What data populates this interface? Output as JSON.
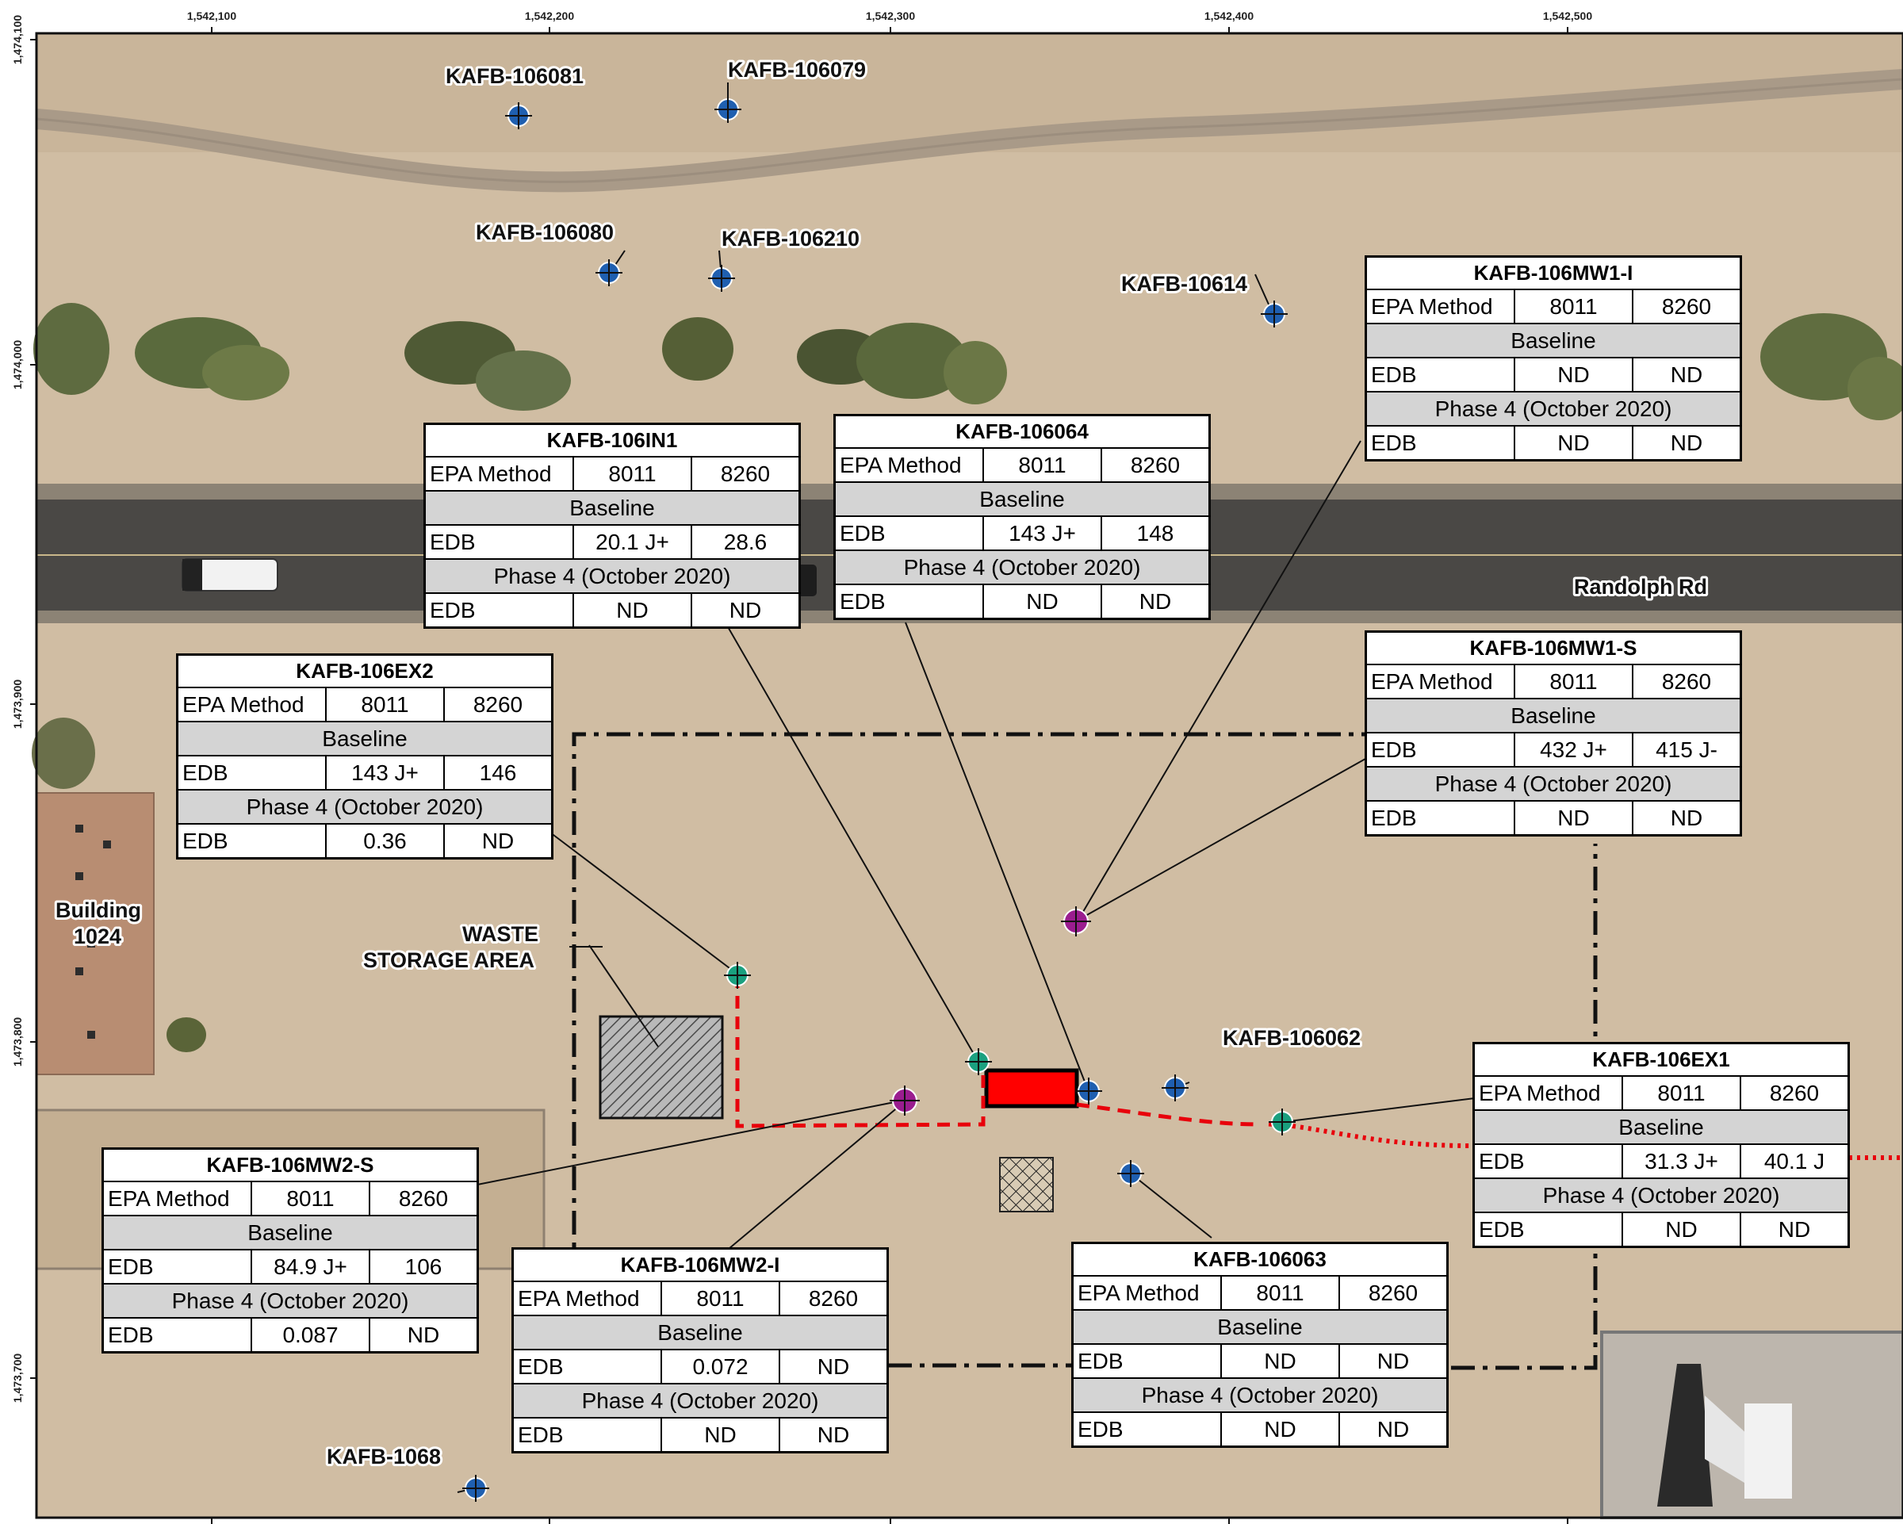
{
  "easting_ticks": [
    "1,542,100",
    "1,542,200",
    "1,542,300",
    "1,542,400",
    "1,542,500"
  ],
  "northing_ticks": [
    "1,474,100",
    "1,474,000",
    "1,473,900",
    "1,473,800",
    "1,473,700"
  ],
  "road_label": "Randolph Rd",
  "building_label": [
    "Building",
    "1024"
  ],
  "waste_label": [
    "WASTE",
    "STORAGE AREA"
  ],
  "well_labels": {
    "w106081": "KAFB-106081",
    "w106079": "KAFB-106079",
    "w106080": "KAFB-106080",
    "w106210": "KAFB-106210",
    "w10614": "KAFB-10614",
    "w106062": "KAFB-106062",
    "w1068": "KAFB-1068"
  },
  "colors": {
    "monitoring_well": "#1f5fb0",
    "extraction_well": "#1aa07f",
    "injection_well": "#9a1d8f",
    "pipeline": "#e8000b",
    "boundary": "#111111"
  },
  "tables": [
    {
      "title": "KAFB-106IN1",
      "method_label": "EPA Method",
      "m1": "8011",
      "m2": "8260",
      "baseline_label": "Baseline",
      "b_analyte": "EDB",
      "b1": "20.1 J+",
      "b2": "28.6",
      "phase_label": "Phase 4 (October 2020)",
      "p_analyte": "EDB",
      "p1": "ND",
      "p2": "ND"
    },
    {
      "title": "KAFB-106064",
      "method_label": "EPA Method",
      "m1": "8011",
      "m2": "8260",
      "baseline_label": "Baseline",
      "b_analyte": "EDB",
      "b1": "143 J+",
      "b2": "148",
      "phase_label": "Phase 4 (October 2020)",
      "p_analyte": "EDB",
      "p1": "ND",
      "p2": "ND"
    },
    {
      "title": "KAFB-106MW1-I",
      "method_label": "EPA Method",
      "m1": "8011",
      "m2": "8260",
      "baseline_label": "Baseline",
      "b_analyte": "EDB",
      "b1": "ND",
      "b2": "ND",
      "phase_label": "Phase 4 (October 2020)",
      "p_analyte": "EDB",
      "p1": "ND",
      "p2": "ND"
    },
    {
      "title": "KAFB-106EX2",
      "method_label": "EPA Method",
      "m1": "8011",
      "m2": "8260",
      "baseline_label": "Baseline",
      "b_analyte": "EDB",
      "b1": "143 J+",
      "b2": "146",
      "phase_label": "Phase 4 (October 2020)",
      "p_analyte": "EDB",
      "p1": "0.36",
      "p2": "ND"
    },
    {
      "title": "KAFB-106MW1-S",
      "method_label": "EPA Method",
      "m1": "8011",
      "m2": "8260",
      "baseline_label": "Baseline",
      "b_analyte": "EDB",
      "b1": "432 J+",
      "b2": "415 J-",
      "phase_label": "Phase 4 (October 2020)",
      "p_analyte": "EDB",
      "p1": "ND",
      "p2": "ND"
    },
    {
      "title": "KAFB-106EX1",
      "method_label": "EPA Method",
      "m1": "8011",
      "m2": "8260",
      "baseline_label": "Baseline",
      "b_analyte": "EDB",
      "b1": "31.3 J+",
      "b2": "40.1 J",
      "phase_label": "Phase 4 (October 2020)",
      "p_analyte": "EDB",
      "p1": "ND",
      "p2": "ND"
    },
    {
      "title": "KAFB-106MW2-S",
      "method_label": "EPA Method",
      "m1": "8011",
      "m2": "8260",
      "baseline_label": "Baseline",
      "b_analyte": "EDB",
      "b1": "84.9 J+",
      "b2": "106",
      "phase_label": "Phase 4 (October 2020)",
      "p_analyte": "EDB",
      "p1": "0.087",
      "p2": "ND"
    },
    {
      "title": "KAFB-106MW2-I",
      "method_label": "EPA Method",
      "m1": "8011",
      "m2": "8260",
      "baseline_label": "Baseline",
      "b_analyte": "EDB",
      "b1": "0.072",
      "b2": "ND",
      "phase_label": "Phase 4 (October 2020)",
      "p_analyte": "EDB",
      "p1": "ND",
      "p2": "ND"
    },
    {
      "title": "KAFB-106063",
      "method_label": "EPA Method",
      "m1": "8011",
      "m2": "8260",
      "baseline_label": "Baseline",
      "b_analyte": "EDB",
      "b1": "ND",
      "b2": "ND",
      "phase_label": "Phase 4 (October 2020)",
      "p_analyte": "EDB",
      "p1": "ND",
      "p2": "ND"
    }
  ]
}
